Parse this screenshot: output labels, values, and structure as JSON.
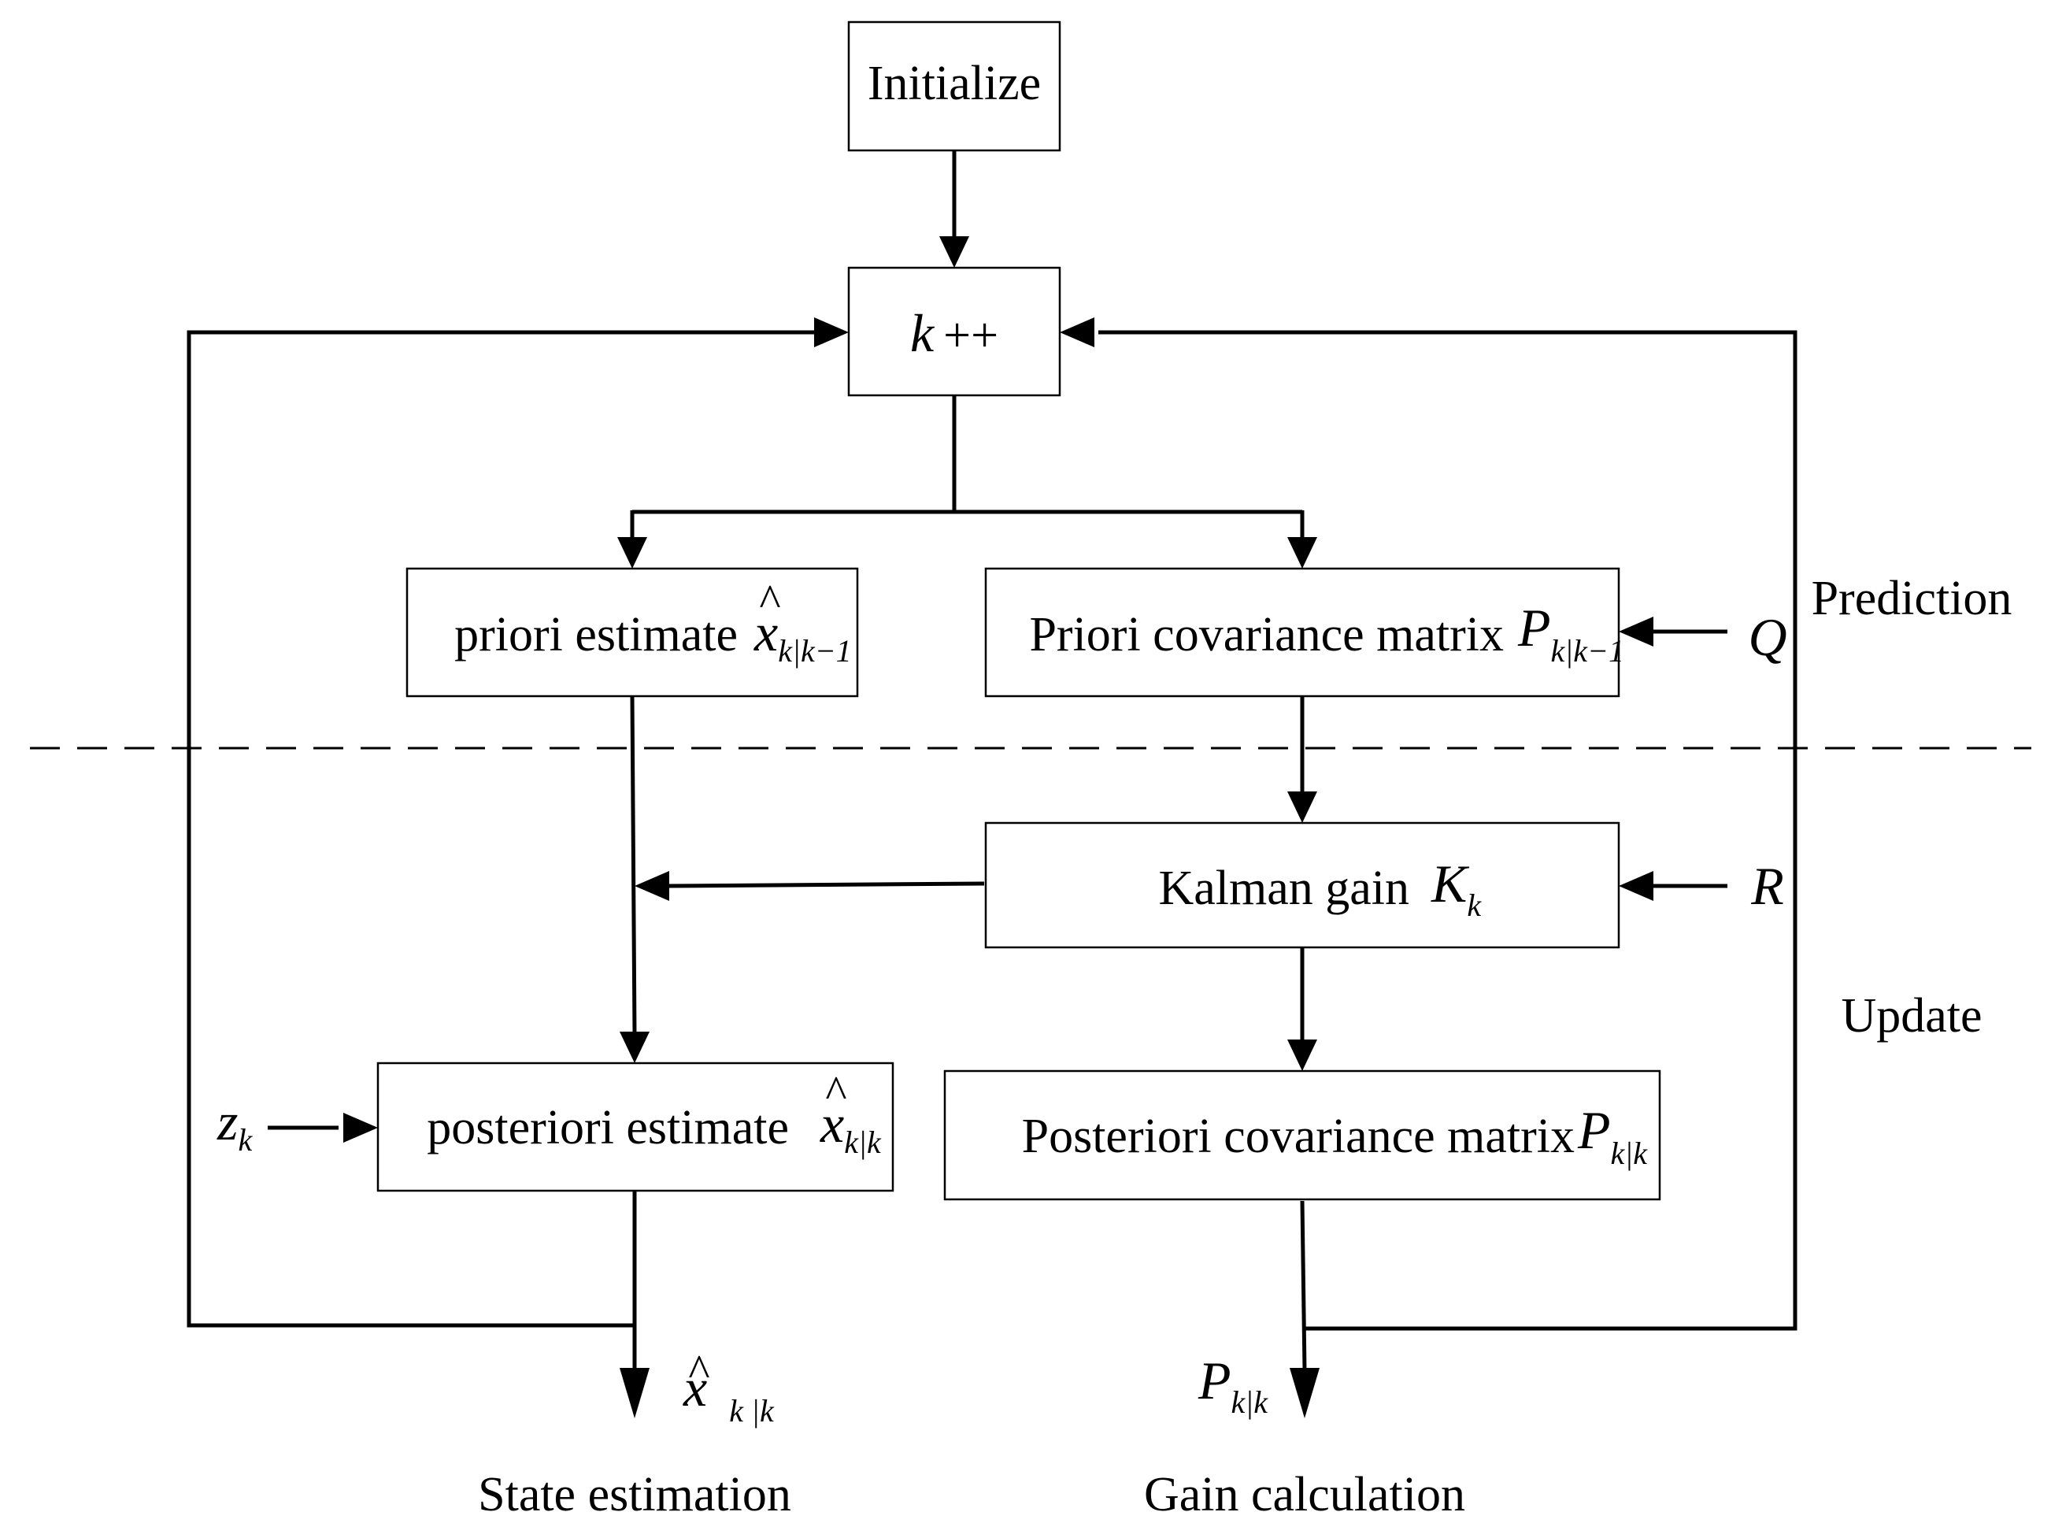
{
  "diagram": {
    "boxes": {
      "initialize": "Initialize",
      "k_increment": {
        "var": "k",
        "op": "++"
      },
      "priori_estimate": {
        "label": "priori estimate",
        "symbol": "x",
        "subscript": "k|k−1"
      },
      "priori_covariance": {
        "label": "Priori covariance matrix",
        "symbol": "P",
        "subscript": "k|k−1"
      },
      "kalman_gain": {
        "label": "Kalman gain",
        "symbol": "K",
        "subscript": "k"
      },
      "posteriori_estimate": {
        "label": "posteriori estimate",
        "symbol": "x",
        "subscript": "k|k"
      },
      "posteriori_covariance": {
        "label": "Posteriori covariance matrix",
        "symbol": "P",
        "subscript": "k|k"
      }
    },
    "inputs": {
      "q": "Q",
      "r": "R",
      "z": {
        "symbol": "z",
        "subscript": "k"
      }
    },
    "outputs": {
      "state": {
        "symbol": "x",
        "subscript": "k |k"
      },
      "covariance": {
        "symbol": "P",
        "subscript": "k|k"
      }
    },
    "sections": {
      "prediction": "Prediction",
      "update": "Update"
    },
    "captions": {
      "state_estimation": "State estimation",
      "gain_calculation": "Gain calculation"
    }
  }
}
